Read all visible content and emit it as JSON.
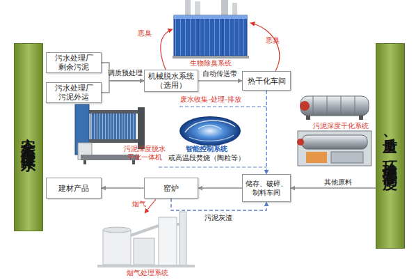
{
  "diagram": {
    "nodes": [
      {
        "text": [
          "安全生产保障体系"
        ]
      },
      {
        "text": [
          "污水处理厂 剩余污泥"
        ]
      },
      {
        "text": [
          "污水处理厂 污泥外运"
        ]
      },
      {
        "text": [
          "机械脱水系统（选用）"
        ]
      },
      {
        "text": [
          "热干化车间"
        ]
      },
      {
        "text": [
          "建材产品"
        ]
      },
      {
        "text": [
          "窑炉"
        ]
      },
      {
        "text": [
          "储存、破碎、制料车间"
        ]
      },
      {
        "text": [
          "质量、环境管理制度"
        ]
      }
    ],
    "edges": [
      {
        "from": 1,
        "to": 3,
        "arrow": "to",
        "label": "调质预处理"
      },
      {
        "from": 2,
        "to": 3,
        "arrow": "to"
      },
      {
        "from": 3,
        "to": 4,
        "arrow": "to",
        "label": "自动传送带"
      },
      {
        "from": 4,
        "to": 7,
        "arrow": "to"
      },
      {
        "from": 7,
        "to": 6,
        "arrow": "to"
      },
      {
        "from": 6,
        "to": 5,
        "arrow": "to"
      },
      {
        "from": 6,
        "to": 7,
        "arrow": "to",
        "label": "污泥灰渣"
      },
      {
        "from": 8,
        "to": 7,
        "arrow": "to",
        "label": "其他原料"
      }
    ],
    "labels": [
      "恶臭",
      "生物除臭系统",
      "恶臭",
      "废水收集-处理-排放",
      "污泥深度脱水 干化一体机",
      "智能控制系统",
      "或高温段焚烧（陶粒等）",
      "污泥深度干化系统",
      "烟气",
      "烟气处理系统"
    ]
  }
}
